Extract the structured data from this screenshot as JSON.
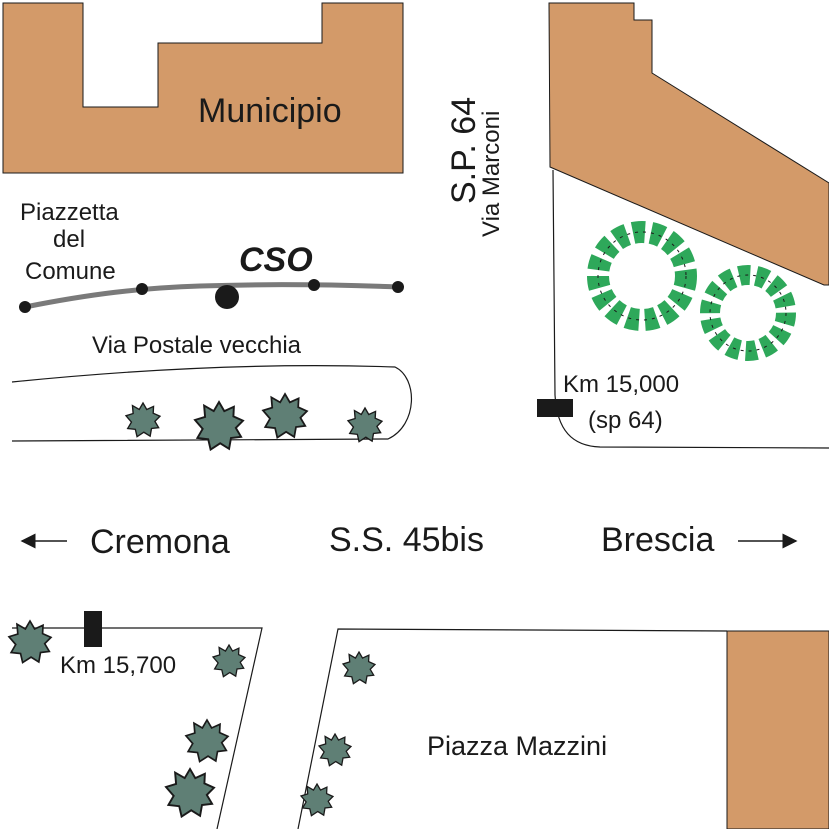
{
  "colors": {
    "building": "#D39A69",
    "outline": "#1a1a1a",
    "tree_fill": "#5F7F75",
    "tree_fill_bright": "#2EA85A",
    "pipeline": "#7A7A7A"
  },
  "labels": {
    "municipio": "Municipio",
    "sp_road": "S.P. 64",
    "sp_street": "Via Marconi",
    "piazzetta_line1": "Piazzetta",
    "piazzetta_line2": "del",
    "piazzetta_line3": "Comune",
    "cso": "CSO",
    "via_postale": "Via Postale vecchia",
    "km_sp_line1": "Km 15,000",
    "km_sp_line2": "(sp 64)",
    "cremona": "Cremona",
    "ss_road": "S.S. 45bis",
    "brescia": "Brescia",
    "km_ss": "Km 15,700",
    "piazza_mazzini": "Piazza Mazzini"
  }
}
